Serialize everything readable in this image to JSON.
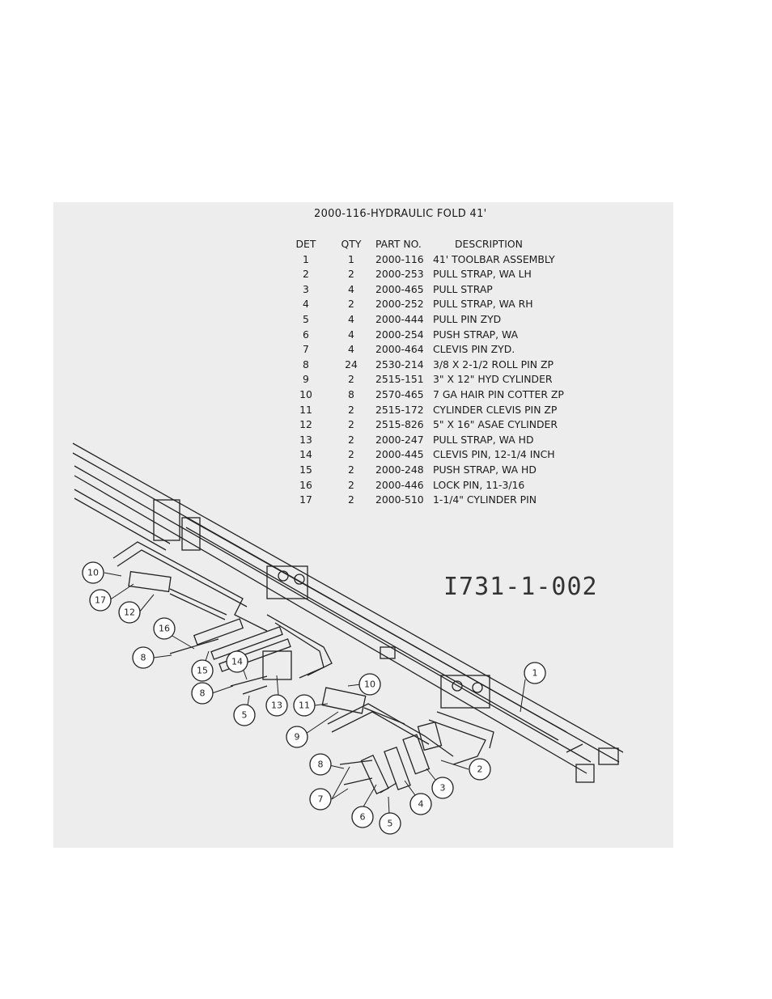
{
  "title": "2000-116-HYDRAULIC FOLD 41'",
  "drawing_number": "I731-1-002",
  "parts_header": {
    "det": "DET",
    "qty": "QTY",
    "part_no": "PART NO.",
    "description": "DESCRIPTION"
  },
  "parts": [
    {
      "det": "1",
      "qty": "1",
      "part_no": "2000-116",
      "description": "41' TOOLBAR ASSEMBLY"
    },
    {
      "det": "2",
      "qty": "2",
      "part_no": "2000-253",
      "description": "PULL STRAP, WA LH"
    },
    {
      "det": "3",
      "qty": "4",
      "part_no": "2000-465",
      "description": "PULL STRAP"
    },
    {
      "det": "4",
      "qty": "2",
      "part_no": "2000-252",
      "description": "PULL STRAP, WA RH"
    },
    {
      "det": "5",
      "qty": "4",
      "part_no": "2000-444",
      "description": "PULL PIN ZYD"
    },
    {
      "det": "6",
      "qty": "4",
      "part_no": "2000-254",
      "description": "PUSH STRAP, WA"
    },
    {
      "det": "7",
      "qty": "4",
      "part_no": "2000-464",
      "description": "CLEVIS PIN ZYD."
    },
    {
      "det": "8",
      "qty": "24",
      "part_no": "2530-214",
      "description": "3/8 X 2-1/2 ROLL PIN ZP"
    },
    {
      "det": "9",
      "qty": "2",
      "part_no": "2515-151",
      "description": "3\" X 12\" HYD CYLINDER"
    },
    {
      "det": "10",
      "qty": "8",
      "part_no": "2570-465",
      "description": "7 GA HAIR PIN COTTER ZP"
    },
    {
      "det": "11",
      "qty": "2",
      "part_no": "2515-172",
      "description": "CYLINDER CLEVIS PIN ZP"
    },
    {
      "det": "12",
      "qty": "2",
      "part_no": "2515-826",
      "description": "5\" X 16\" ASAE CYLINDER"
    },
    {
      "det": "13",
      "qty": "2",
      "part_no": "2000-247",
      "description": "PULL STRAP, WA HD"
    },
    {
      "det": "14",
      "qty": "2",
      "part_no": "2000-445",
      "description": "CLEVIS PIN, 12-1/4 INCH"
    },
    {
      "det": "15",
      "qty": "2",
      "part_no": "2000-248",
      "description": "PUSH STRAP, WA HD"
    },
    {
      "det": "16",
      "qty": "2",
      "part_no": "2000-446",
      "description": "LOCK PIN, 11-3/16"
    },
    {
      "det": "17",
      "qty": "2",
      "part_no": "2000-510",
      "description": "1-1/4\" CYLINDER PIN"
    }
  ],
  "callouts": [
    {
      "label": "10"
    },
    {
      "label": "17"
    },
    {
      "label": "12"
    },
    {
      "label": "16"
    },
    {
      "label": "8"
    },
    {
      "label": "15"
    },
    {
      "label": "14"
    },
    {
      "label": "8"
    },
    {
      "label": "5"
    },
    {
      "label": "13"
    },
    {
      "label": "10"
    },
    {
      "label": "11"
    },
    {
      "label": "9"
    },
    {
      "label": "1"
    },
    {
      "label": "2"
    },
    {
      "label": "3"
    },
    {
      "label": "8"
    },
    {
      "label": "7"
    },
    {
      "label": "4"
    },
    {
      "label": "6"
    },
    {
      "label": "5"
    }
  ]
}
